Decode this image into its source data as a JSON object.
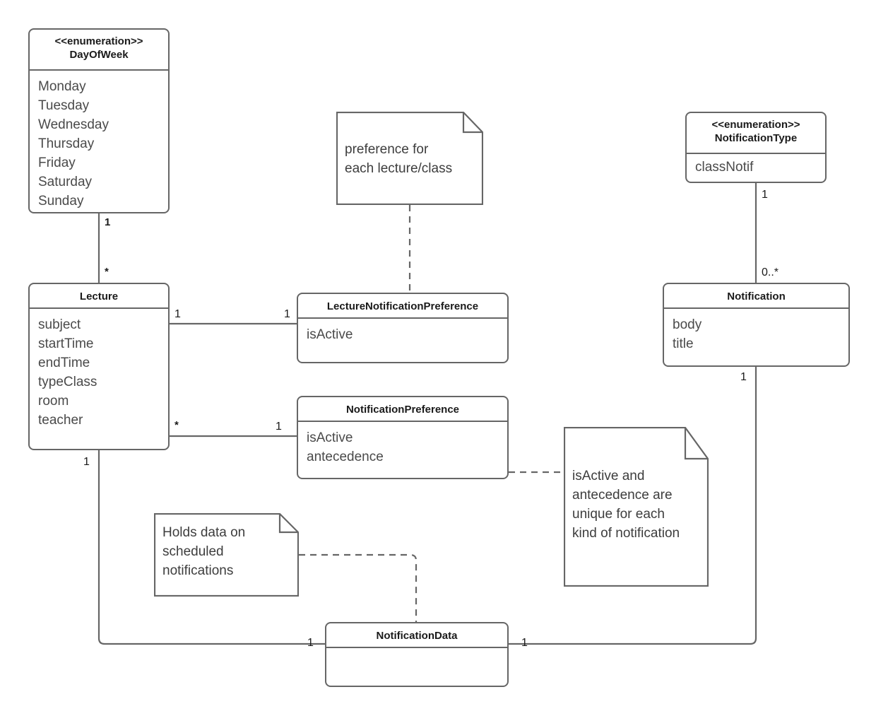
{
  "diagram": {
    "type": "uml-class-diagram",
    "stroke_color": "#666666",
    "text_color": "#3d3d3d",
    "background": "#ffffff"
  },
  "classes": {
    "day_of_week": {
      "stereotype": "<<enumeration>>",
      "name": "DayOfWeek",
      "attributes": [
        "Monday",
        "Tuesday",
        "Wednesday",
        "Thursday",
        "Friday",
        "Saturday",
        "Sunday"
      ]
    },
    "lecture": {
      "name": "Lecture",
      "attributes": [
        "subject",
        "startTime",
        "endTime",
        "typeClass",
        "room",
        "teacher"
      ]
    },
    "lecture_notification_preference": {
      "name": "LectureNotificationPreference",
      "attributes": [
        "isActive"
      ]
    },
    "notification_preference": {
      "name": "NotificationPreference",
      "attributes": [
        "isActive",
        "antecedence"
      ]
    },
    "notification_type": {
      "stereotype": "<<enumeration>>",
      "name": "NotificationType",
      "attributes": [
        "classNotif"
      ]
    },
    "notification": {
      "name": "Notification",
      "attributes": [
        "body",
        "title"
      ]
    },
    "notification_data": {
      "name": "NotificationData",
      "attributes": []
    }
  },
  "notes": {
    "preference_for": {
      "text": "preference for\neach lecture/class"
    },
    "unique_kind": {
      "text": "isActive and\nantecedence are\nunique for each\nkind of notification"
    },
    "holds_data": {
      "text": "Holds data on\nscheduled\nnotifications"
    }
  },
  "multiplicities": {
    "dayofweek_to_lecture_source": "1",
    "dayofweek_to_lecture_target": "*",
    "lecture_to_lnp_source": "1",
    "lecture_to_lnp_target": "1",
    "lecture_to_np_source": "*",
    "lecture_to_np_target": "1",
    "lecture_to_ndata_source": "1",
    "ndata_left": "1",
    "ndata_right": "1",
    "ntype_to_notification_source": "1",
    "ntype_to_notification_target": "0..*",
    "notification_to_ndata_source": "1"
  }
}
